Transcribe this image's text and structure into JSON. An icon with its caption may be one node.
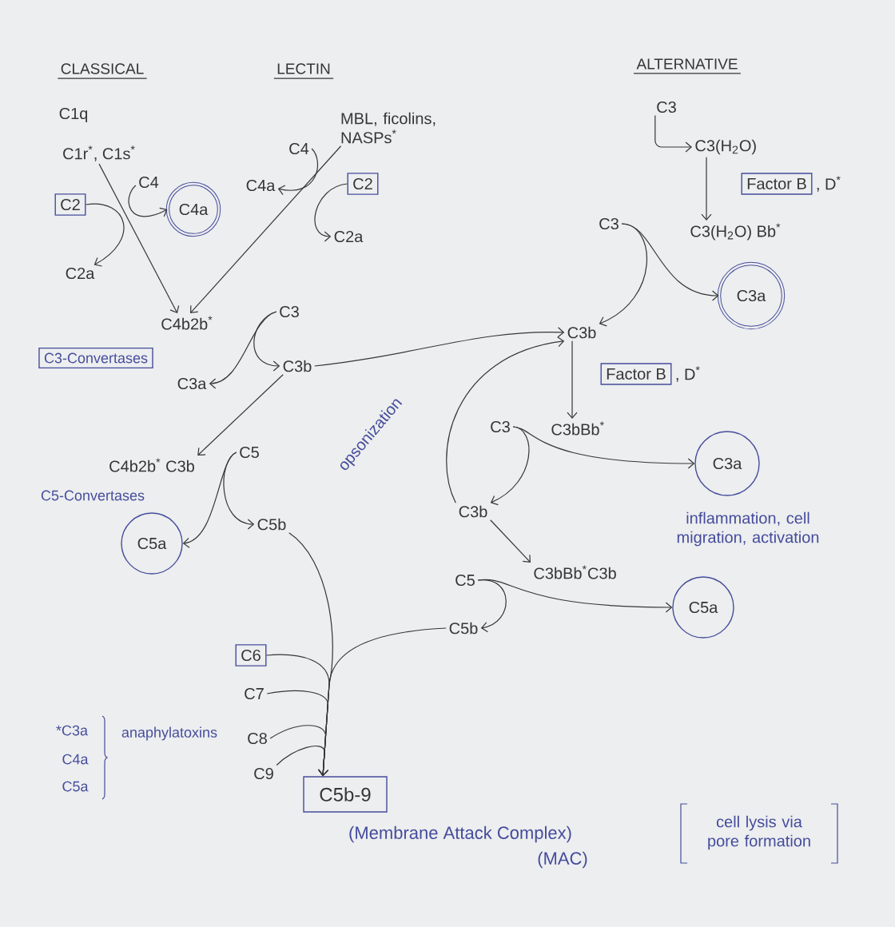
{
  "diagram": {
    "nodes": [
      {
        "text": [
          "C1r$^{*}$, C1s$^{*}$"
        ]
      },
      {
        "text": [
          "C2"
        ]
      },
      {
        "text": [
          "C4"
        ]
      },
      {
        "text": [
          "C4a"
        ]
      },
      {
        "text": [
          "C2a"
        ]
      },
      {
        "text": [
          "MBL, ficolins, NASPs$^{*}$"
        ]
      },
      {
        "text": [
          "C4"
        ]
      },
      {
        "text": [
          "C4a"
        ]
      },
      {
        "text": [
          "C2"
        ]
      },
      {
        "text": [
          "C2a"
        ]
      },
      {
        "text": [
          "C4b2b$^{*}$"
        ]
      },
      {
        "text": [
          "C3"
        ]
      },
      {
        "text": [
          "C3-Convertases"
        ]
      },
      {
        "text": [
          "C3a"
        ]
      },
      {
        "text": [
          "C3b"
        ]
      },
      {
        "text": [
          "C4b2b$^{*}$ C3b"
        ]
      },
      {
        "text": [
          "C5"
        ]
      },
      {
        "text": [
          "C5a"
        ]
      },
      {
        "text": [
          "C5b"
        ]
      },
      {
        "text": [
          "C3"
        ]
      },
      {
        "text": [
          "C3(H$_{2}$O)"
        ]
      },
      {
        "text": [
          "Factor B"
        ],
        "beside": [
          ", D$^{*}$"
        ]
      },
      {
        "text": [
          "C3(H$_{2}$O) Bb$^{*}$"
        ]
      },
      {
        "text": [
          "C3"
        ]
      },
      {
        "text": [
          "C3a"
        ]
      },
      {
        "text": [
          "C3b"
        ]
      },
      {
        "text": [
          "Factor B"
        ],
        "beside": [
          ", D$^{*}$"
        ]
      },
      {
        "text": [
          "C3"
        ]
      },
      {
        "text": [
          "C3bBb$^{*}$"
        ]
      },
      {
        "text": [
          "C3a"
        ]
      },
      {
        "text": [
          "C3b"
        ]
      },
      {
        "text": [
          "C3bBb$^{*}$C3b"
        ]
      },
      {
        "text": [
          "C5"
        ]
      },
      {
        "text": [
          "C5a"
        ]
      },
      {
        "text": [
          "C5b"
        ]
      },
      {
        "text": [
          "C6"
        ]
      },
      {
        "text": [
          "C7"
        ]
      },
      {
        "text": [
          "C8"
        ]
      },
      {
        "text": [
          "C9"
        ]
      },
      {
        "text": [
          "C5b-9"
        ],
        "beside": [
          "(Membrane Attack Complex)",
          "(MAC)"
        ]
      }
    ],
    "edges": [
      {
        "from": 0,
        "to": 10,
        "arrow": "to"
      },
      {
        "from": 1,
        "to": 4,
        "arrow": "to"
      },
      {
        "from": 2,
        "to": 3,
        "arrow": "to"
      },
      {
        "from": 5,
        "to": 10,
        "arrow": "to"
      },
      {
        "from": 6,
        "to": 7,
        "arrow": "to"
      },
      {
        "from": 8,
        "to": 9,
        "arrow": "to"
      },
      {
        "from": 11,
        "to": 13,
        "arrow": "to"
      },
      {
        "from": 11,
        "to": 14,
        "arrow": "to"
      },
      {
        "from": 14,
        "to": 15,
        "arrow": "to"
      },
      {
        "from": 14,
        "to": 25,
        "arrow": "to"
      },
      {
        "from": 16,
        "to": 17,
        "arrow": "to"
      },
      {
        "from": 16,
        "to": 18,
        "arrow": "to"
      },
      {
        "from": 18,
        "to": 39,
        "arrow": "to"
      },
      {
        "from": 19,
        "to": 20,
        "arrow": "to"
      },
      {
        "from": 20,
        "to": 22,
        "arrow": "to"
      },
      {
        "from": 23,
        "to": 25,
        "arrow": "to"
      },
      {
        "from": 23,
        "to": 24,
        "arrow": "to"
      },
      {
        "from": 25,
        "to": 28,
        "arrow": "to"
      },
      {
        "from": 27,
        "to": 30,
        "arrow": "to"
      },
      {
        "from": 27,
        "to": 29,
        "arrow": "to"
      },
      {
        "from": 30,
        "to": 25,
        "arrow": "to"
      },
      {
        "from": 30,
        "to": 31,
        "arrow": "to"
      },
      {
        "from": 32,
        "to": 34,
        "arrow": "to"
      },
      {
        "from": 32,
        "to": 33,
        "arrow": "to"
      },
      {
        "from": 34,
        "to": 39,
        "arrow": "to"
      },
      {
        "from": 35,
        "to": 39,
        "arrow": "to"
      },
      {
        "from": 36,
        "to": 39,
        "arrow": "to"
      },
      {
        "from": 37,
        "to": 39,
        "arrow": "to"
      },
      {
        "from": 38,
        "to": 39,
        "arrow": "to"
      }
    ],
    "labels": [
      "CLASSICAL",
      "LECTIN",
      "ALTERNATIVE",
      "C1q",
      "opsonization",
      "C5-Convertases",
      "inflammation, cell migration, activation",
      "*C3a",
      "C4a",
      "C5a",
      "anaphylatoxins",
      "cell lysis via pore formation"
    ]
  }
}
